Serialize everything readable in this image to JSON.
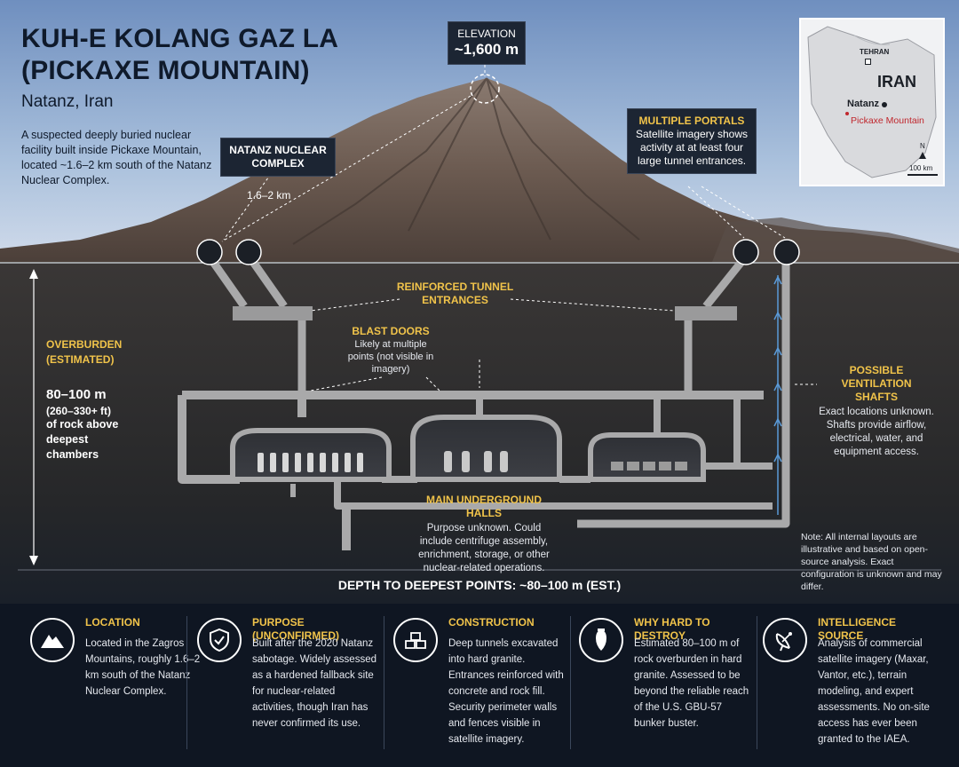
{
  "header": {
    "title_line1": "KUH-E KOLANG GAZ LA",
    "title_line2": "(PICKAXE MOUNTAIN)",
    "location": "Natanz, Iran",
    "intro": "A suspected deeply buried nuclear facility built inside Pickaxe Mountain, located ~1.6–2 km south of the Natanz Nuclear Complex."
  },
  "callouts": {
    "elevation_label": "ELEVATION",
    "elevation_value": "~1,600 m",
    "natanz_complex": "NATANZ NUCLEAR COMPLEX",
    "distance": "1.6–2 km",
    "portals_title": "MULTIPLE PORTALS",
    "portals_text": "Satellite imagery shows activity at at least four large tunnel entrances.",
    "tunnel_title": "REINFORCED TUNNEL ENTRANCES",
    "blast_title": "BLAST DOORS",
    "blast_text": "Likely at multiple points (not visible in imagery)",
    "overburden_title": "OVERBURDEN (ESTIMATED)",
    "overburden_value": "80–100 m",
    "overburden_sub": "(260–330+ ft)",
    "overburden_text": "of rock above deepest chambers",
    "vent_title": "POSSIBLE VENTILATION SHAFTS",
    "vent_text": "Exact locations unknown. Shafts provide airflow, electrical, water, and equipment access.",
    "halls_title": "MAIN UNDERGROUND HALLS",
    "halls_text": "Purpose unknown. Could include centrifuge assembly, enrichment, storage, or other nuclear-related operations.",
    "note": "Note: All internal layouts are illustrative and based on open-source analysis. Exact configuration is unknown and may differ.",
    "depth": "DEPTH TO DEEPEST POINTS: ~80–100 m (EST.)"
  },
  "map": {
    "tehran": "TEHRAN",
    "country": "IRAN",
    "natanz": "Natanz",
    "pickaxe": "Pickaxe Mountain",
    "north": "N",
    "scale": "100 km"
  },
  "cards": [
    {
      "icon": "mountain-icon",
      "title": "LOCATION",
      "text": "Located in the Zagros Mountains, roughly 1.6–2 km south of the Natanz Nuclear Complex."
    },
    {
      "icon": "shield-icon",
      "title": "PURPOSE (UNCONFIRMED)",
      "text": "Built after the 2020 Natanz sabotage. Widely assessed as a hardened fallback site for nuclear-related activities, though Iran has never confirmed its use."
    },
    {
      "icon": "blocks-icon",
      "title": "CONSTRUCTION",
      "text": "Deep tunnels excavated into hard granite. Entrances reinforced with concrete and rock fill. Security perimeter walls and fences visible in satellite imagery."
    },
    {
      "icon": "bomb-icon",
      "title": "WHY HARD TO DESTROY",
      "text": "Estimated 80–100 m of rock overburden in hard granite. Assessed to be beyond the reliable reach of the U.S. GBU-57 bunker buster."
    },
    {
      "icon": "satellite-dish-icon",
      "title": "INTELLIGENCE SOURCE",
      "text": "Analysis of commercial satellite imagery (Maxar, Vantor, etc.), terrain modeling, and expert assessments. No on-site access has ever been granted to the IAEA."
    }
  ],
  "colors": {
    "accent": "#f0c34a",
    "sky_top": "#7a9ac4",
    "rock": "#2d2c2e",
    "panel": "#0f1622",
    "tunnel": "#a8a8a8"
  }
}
